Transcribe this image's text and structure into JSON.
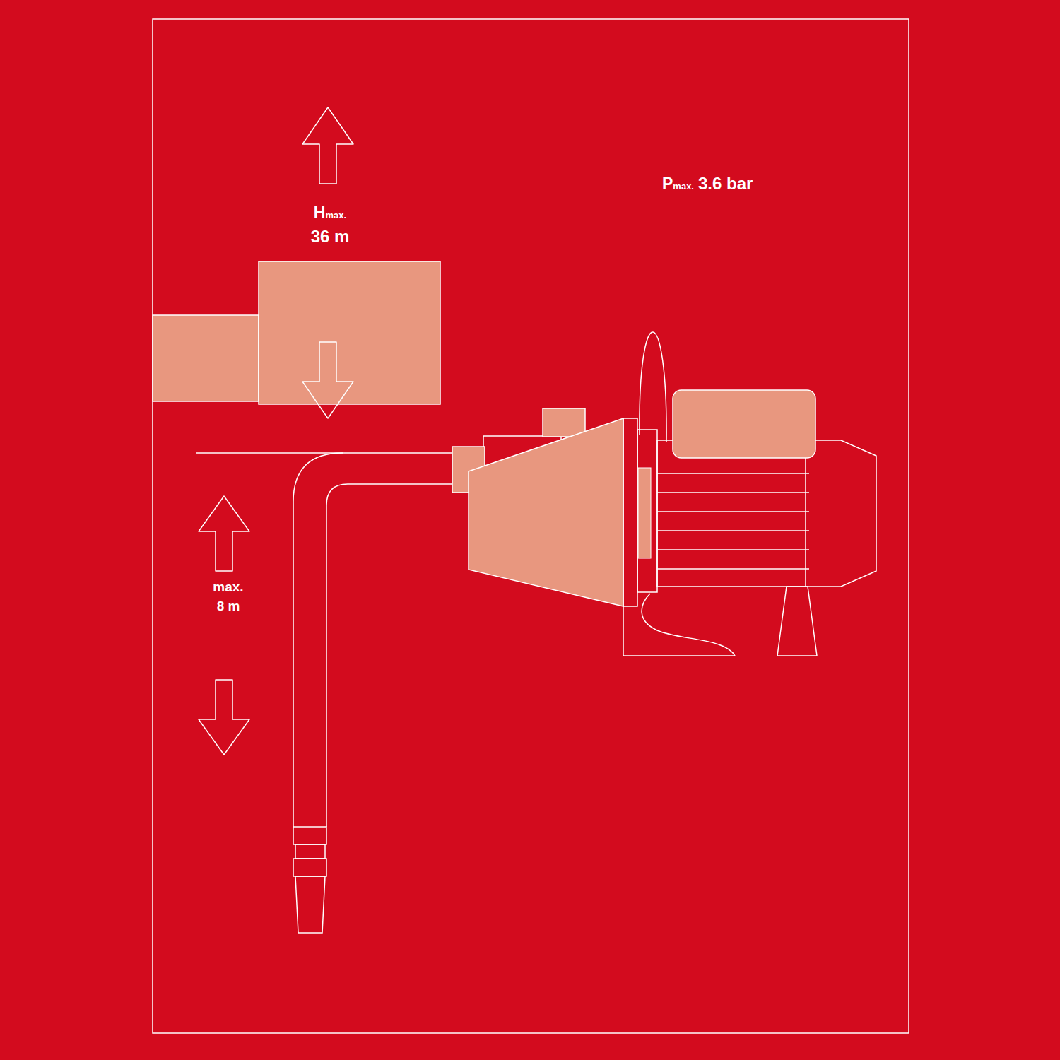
{
  "diagram": {
    "labels": [
      "Hmax.",
      "36 m",
      "Pmax.",
      "3.6 bar",
      "max.",
      "8 m"
    ]
  }
}
